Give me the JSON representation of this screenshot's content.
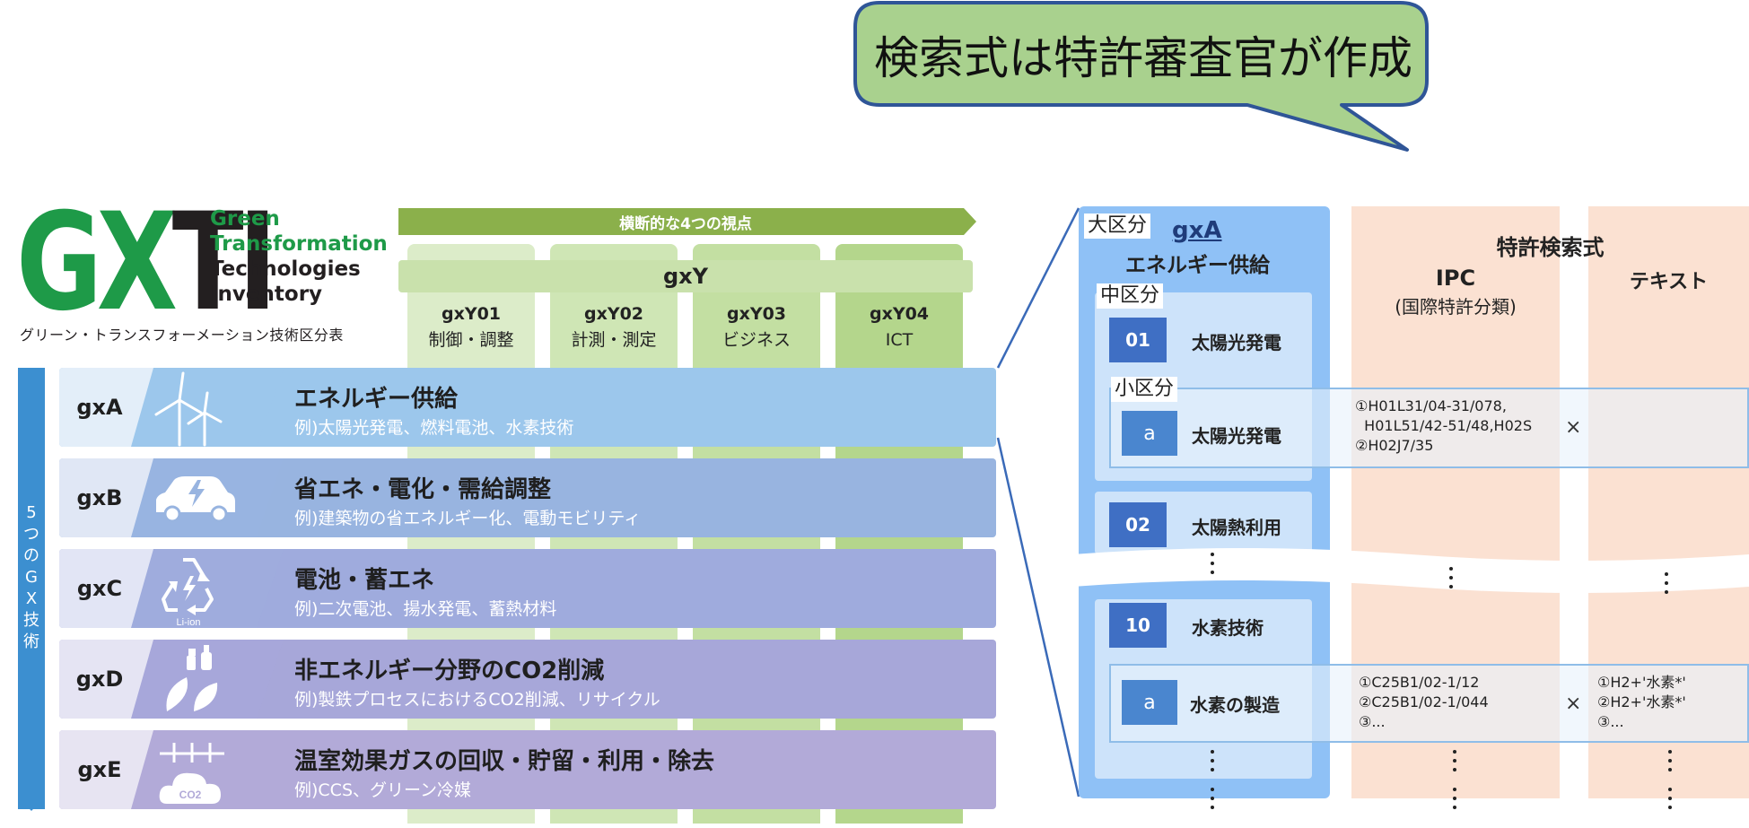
{
  "callout": {
    "text": "検索式は特許審査官が作成"
  },
  "logo": {
    "mark": "GXTI",
    "lines": [
      "Green",
      "Transformation",
      "Technologies",
      "Inventory"
    ],
    "subtitle": "グリーン・トランスフォーメーション技術区分表"
  },
  "gxy": {
    "header": "横断的な4つの視点",
    "title": "gxY",
    "columns": [
      {
        "code": "gxY01",
        "label": "制御・調整",
        "color": "#dcecc9"
      },
      {
        "code": "gxY02",
        "label": "計測・測定",
        "color": "#cfe6b5"
      },
      {
        "code": "gxY03",
        "label": "ビジネス",
        "color": "#c3dfa2"
      },
      {
        "code": "gxY04",
        "label": "ICT",
        "color": "#b4d68c"
      }
    ]
  },
  "gx": {
    "vertical_label": "5\nつ\nの\nG\nX\n技\n術",
    "rows": [
      {
        "code": "gxA",
        "icon": "wind-turbine-icon",
        "title": "エネルギー供給",
        "desc": "例)太陽光発電、燃料電池、水素技術",
        "color": "#9cc7ec",
        "code_bg": "#e3eef9"
      },
      {
        "code": "gxB",
        "icon": "electric-car-icon",
        "title": "省エネ・電化・需給調整",
        "desc": "例)建築物の省エネルギー化、電動モビリティ",
        "color": "#98b4e0",
        "code_bg": "#e0e7f5"
      },
      {
        "code": "gxC",
        "icon": "battery-recycle-icon",
        "title": "電池・蓄エネ",
        "desc": "例)二次電池、揚水発電、蓄熱材料",
        "color": "#9fabdd",
        "code_bg": "#e2e5f5"
      },
      {
        "code": "gxD",
        "icon": "leaf-bottle-icon",
        "title": "非エネルギー分野のCO2削減",
        "desc": "例)製鉄プロセスにおけるCO2削減、リサイクル",
        "color": "#a7a7d9",
        "code_bg": "#e5e4f3"
      },
      {
        "code": "gxE",
        "icon": "co2-cloud-icon",
        "title": "温室効果ガスの回収・貯留・利用・除去",
        "desc": "例)CCS、グリーン冷媒",
        "color": "#b2aad8",
        "code_bg": "#e7e4f2"
      }
    ],
    "icon_sublabels": {
      "li_ion": "Li-ion",
      "co2": "CO2"
    }
  },
  "detail": {
    "major_tag": "大区分",
    "major_code": "gxA",
    "major_title": "エネルギー供給",
    "middle_tag": "中区分",
    "small_tag": "小区分",
    "search_title": "特許検索式",
    "ipc_title": "IPC",
    "ipc_sub": "(国際特許分類)",
    "text_title": "テキスト",
    "items": [
      {
        "num": "01",
        "label": "太陽光発電"
      },
      {
        "num": "02",
        "label": "太陽熱利用"
      },
      {
        "num": "10",
        "label": "水素技術"
      }
    ],
    "sub_items": [
      {
        "letter": "a",
        "label": "太陽光発電",
        "ipc": [
          "①H01L31/04-31/078,",
          "  H01L51/42-51/48,H02S",
          "②H02J7/35"
        ],
        "text": []
      },
      {
        "letter": "a",
        "label": "水素の製造",
        "ipc": [
          "①C25B1/02-1/12",
          "②C25B1/02-1/044",
          "③..."
        ],
        "text": [
          "①H2+'水素*'",
          "②H2+'水素*'",
          "③..."
        ]
      }
    ],
    "times": "×"
  }
}
